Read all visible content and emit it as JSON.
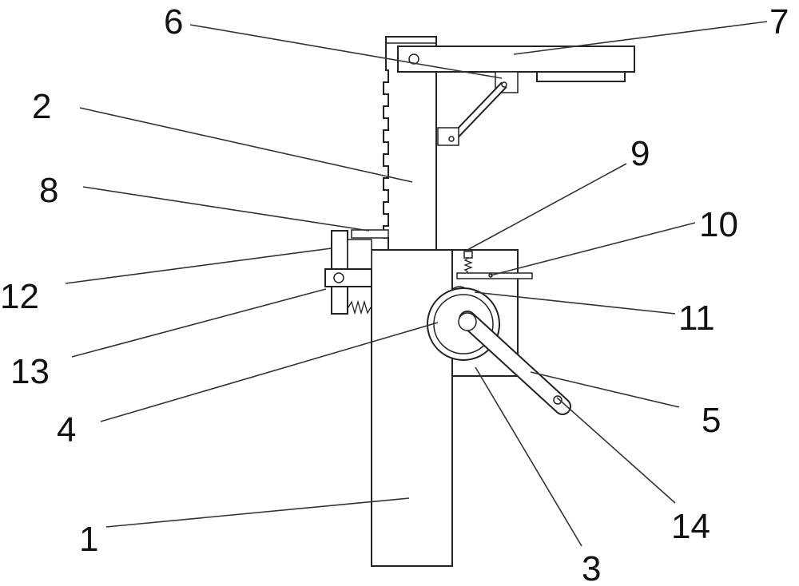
{
  "labels": [
    {
      "id": "label-1",
      "text": "1"
    },
    {
      "id": "label-2",
      "text": "2"
    },
    {
      "id": "label-3",
      "text": "3"
    },
    {
      "id": "label-4",
      "text": "4"
    },
    {
      "id": "label-5",
      "text": "5"
    },
    {
      "id": "label-6",
      "text": "6"
    },
    {
      "id": "label-7",
      "text": "7"
    },
    {
      "id": "label-8",
      "text": "8"
    },
    {
      "id": "label-9",
      "text": "9"
    },
    {
      "id": "label-10",
      "text": "10"
    },
    {
      "id": "label-11",
      "text": "11"
    },
    {
      "id": "label-12",
      "text": "12"
    },
    {
      "id": "label-13",
      "text": "13"
    },
    {
      "id": "label-14",
      "text": "14"
    }
  ]
}
